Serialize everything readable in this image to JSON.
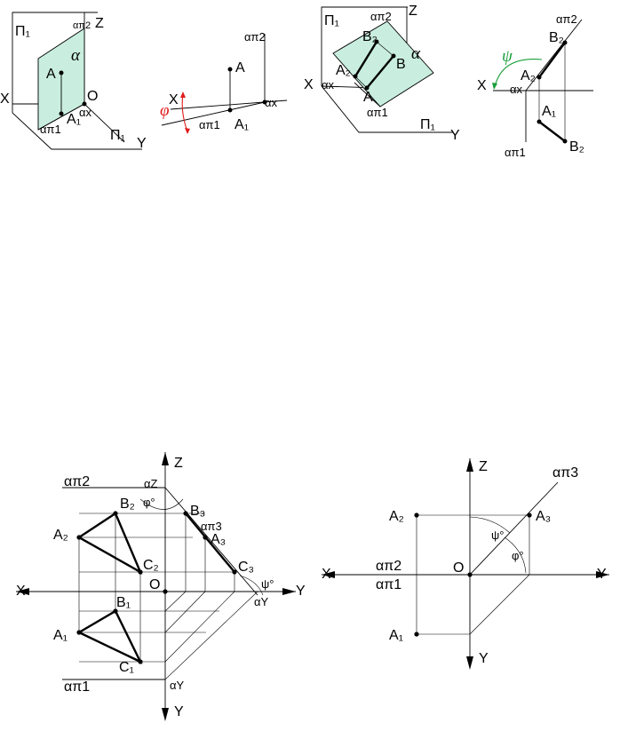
{
  "colors": {
    "plane_fill": "#c9eee0",
    "angle_red": "#e01b1b",
    "angle_green": "#1a9e3a",
    "line": "#000000"
  },
  "fig1": {
    "pi1": "П₁",
    "z": "Z",
    "x": "X",
    "y": "Y",
    "o": "O",
    "alpha": "α",
    "alpha_p2": "απ2",
    "alpha_x": "αx",
    "alpha_p1": "απ1",
    "a": "A",
    "a1": "A₁",
    "pi1_bottom": "П₁"
  },
  "fig2": {
    "alpha_p2": "απ2",
    "a": "A",
    "x": "X",
    "phi": "φ",
    "alpha_p1": "απ1",
    "a1": "A₁",
    "alpha_x": "αx"
  },
  "fig3": {
    "pi1": "П₁",
    "alpha_p2": "απ2",
    "z": "Z",
    "b2": "B₂",
    "b": "B",
    "alpha": "α",
    "a2": "A₂",
    "x": "X",
    "alpha_x": "αx",
    "a": "A",
    "alpha_p1": "απ1",
    "pi1_bottom": "П₁",
    "y": "Y"
  },
  "fig4": {
    "alpha_p2": "απ2",
    "psi": "ψ",
    "b2": "B₂",
    "x": "X",
    "a2": "A₂",
    "alpha_x": "αx",
    "a1": "A₁",
    "b1": "B₂",
    "alpha_p1": "απ1"
  },
  "fig5": {
    "z": "Z",
    "alpha_p2": "απ2",
    "alpha_z": "αZ",
    "phi": "φ°",
    "b2": "B₂",
    "b3": "B₃",
    "a2": "A₂",
    "alpha_p3": "απ3",
    "a3": "A₃",
    "c2": "C₂",
    "c3": "C₃",
    "psi": "ψ°",
    "x": "X",
    "o": "O",
    "y": "Y",
    "alpha_y": "αY",
    "b1": "B₁",
    "a1": "A₁",
    "c1": "C₁",
    "alpha_p1": "απ1",
    "alpha_y2": "αY",
    "y_bottom": "Y"
  },
  "fig6": {
    "z": "Z",
    "alpha_p3": "απ3",
    "a2": "A₂",
    "a3": "A₃",
    "psi": "ψ°",
    "phi": "φ°",
    "x": "X",
    "alpha_p2": "απ2",
    "o": "O",
    "y": "Y",
    "alpha_p1": "απ1",
    "a1": "A₁",
    "y_bottom": "Y"
  }
}
